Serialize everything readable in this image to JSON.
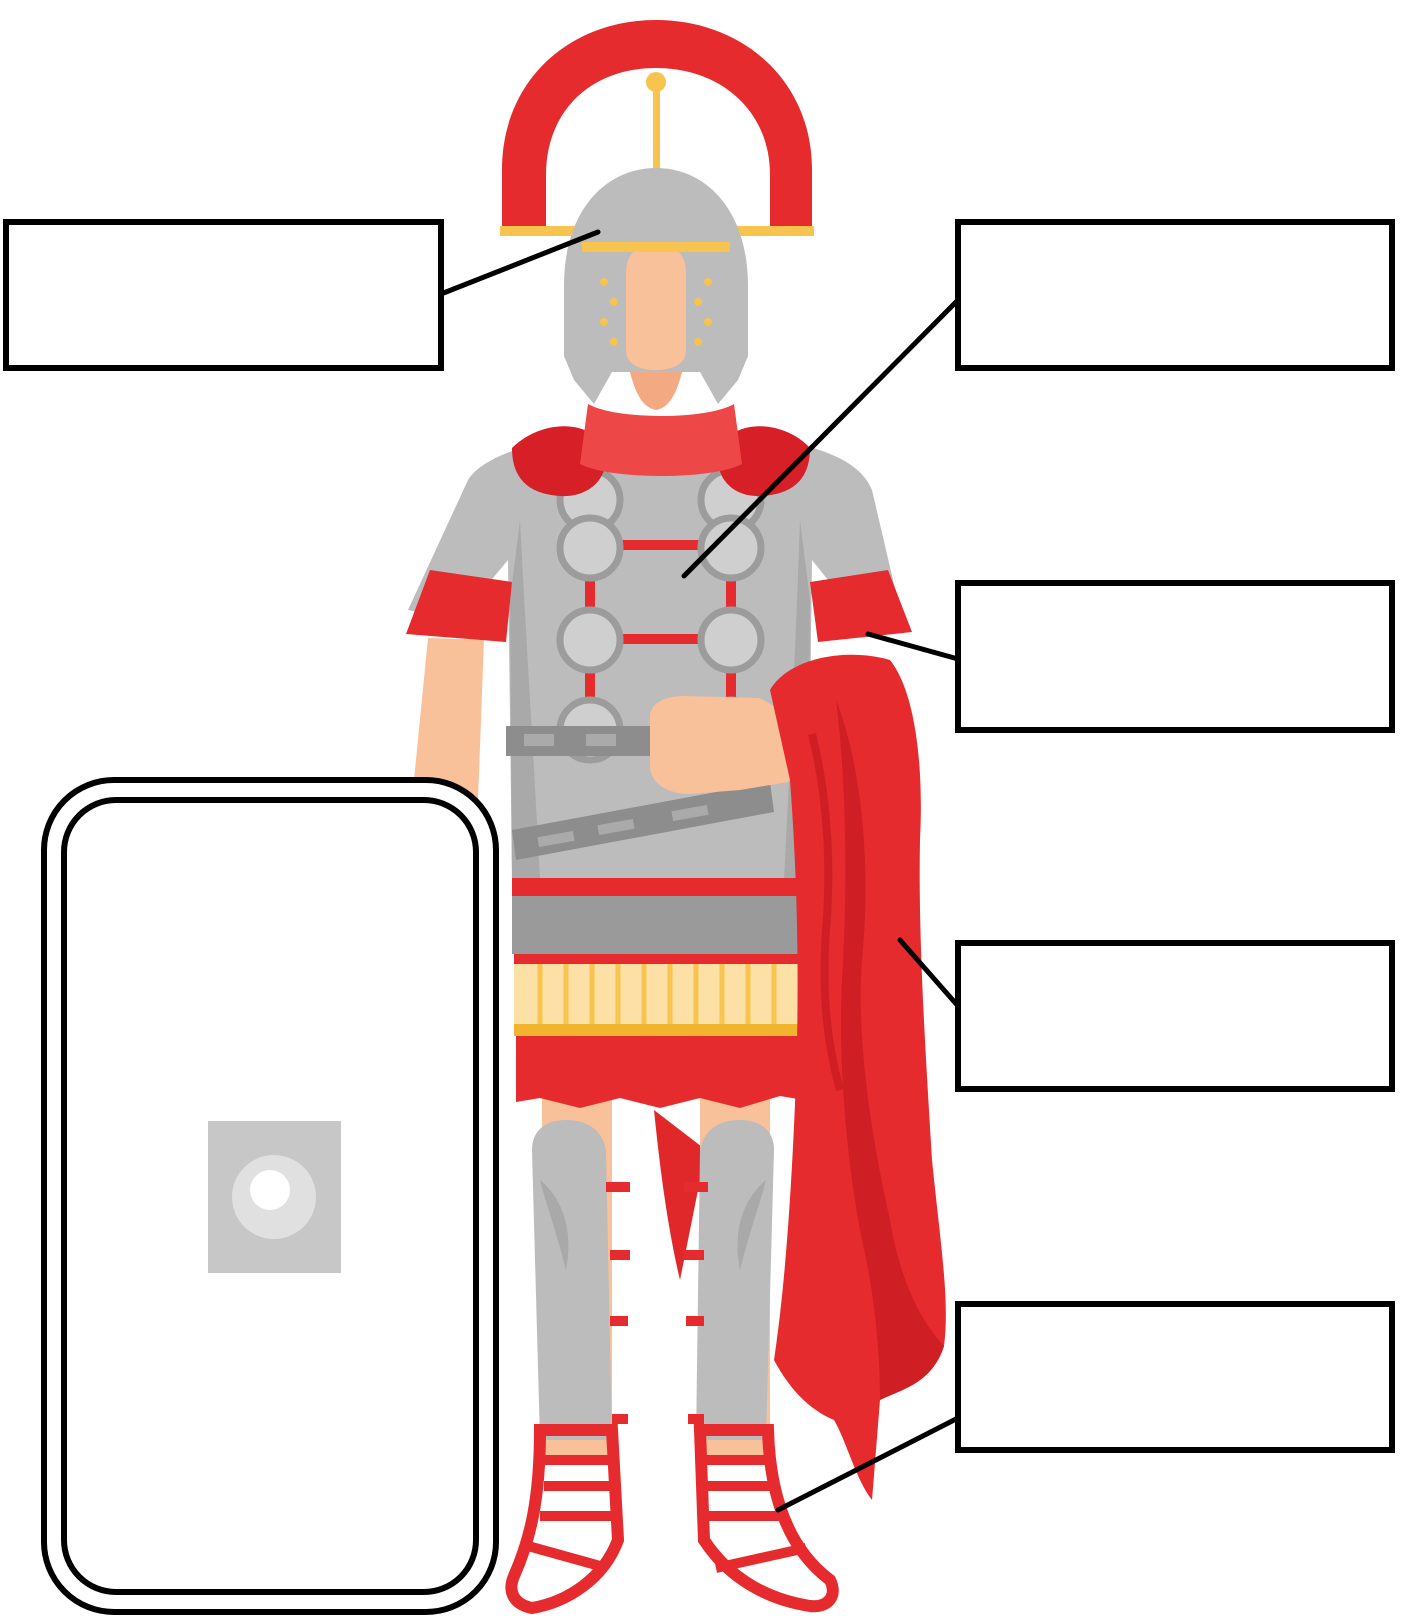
{
  "diagram": {
    "subject": "Roman centurion",
    "labels": [
      {
        "id": "helmet",
        "text": ""
      },
      {
        "id": "armour",
        "text": ""
      },
      {
        "id": "tunic",
        "text": ""
      },
      {
        "id": "cloak",
        "text": ""
      },
      {
        "id": "sandals",
        "text": ""
      }
    ]
  },
  "colors": {
    "plume_red": "#e62b2e",
    "metal_grey": "#bcbcbc",
    "dark_grey": "#9a9a9a",
    "skin": "#f9c19a",
    "gold": "#f6c44f",
    "cloak_red": "#e62b2e",
    "outline": "#000000"
  }
}
